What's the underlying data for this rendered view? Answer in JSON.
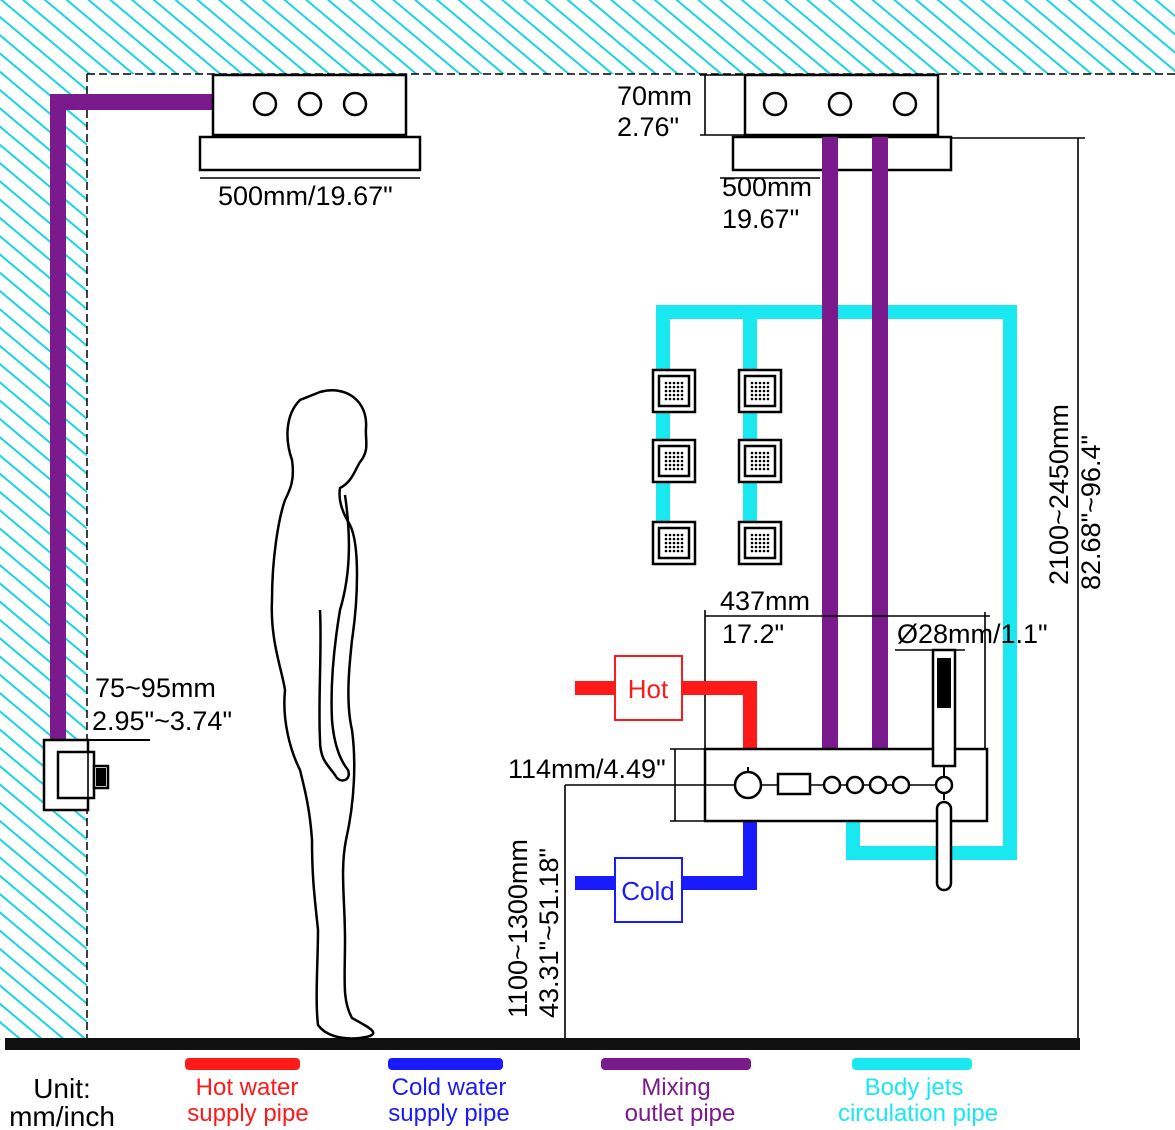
{
  "colors": {
    "hot": "#ff1a1a",
    "cold": "#1a1aff",
    "mixing": "#7a1a8c",
    "body_jets": "#19e8f0",
    "wall_hatch": "#19d4e6",
    "floor": "#111111"
  },
  "dimensions": {
    "ceiling_box_depth_mm": "70mm",
    "ceiling_box_depth_in": "2.76\"",
    "ceiling_width_left": "500mm/19.67\"",
    "ceiling_width_right_mm": "500mm",
    "ceiling_width_right_in": "19.67\"",
    "total_height_mm": "2100~2450mm",
    "total_height_in": "82.68\"~96.4\"",
    "panel_width_mm": "437mm",
    "panel_width_in": "17.2\"",
    "handshower_diameter": "Ø28mm/1.1\"",
    "wall_depth_mm": "75~95mm",
    "wall_depth_in": "2.95\"~3.74\"",
    "panel_height": "114mm/4.49\"",
    "valve_height_mm": "1100~1300mm",
    "valve_height_in": "43.31\"~51.18\""
  },
  "supply_labels": {
    "hot": "Hot",
    "cold": "Cold"
  },
  "legend": {
    "unit_label": "Unit:",
    "unit_value": "mm/inch",
    "items": [
      {
        "line1": "Hot water",
        "line2": "supply pipe",
        "color": "#ff1a1a"
      },
      {
        "line1": "Cold water",
        "line2": "supply pipe",
        "color": "#1a1aff"
      },
      {
        "line1": "Mixing",
        "line2": "outlet pipe",
        "color": "#7a1a8c"
      },
      {
        "line1": "Body jets",
        "line2": "circulation pipe",
        "color": "#19e8f0"
      }
    ]
  }
}
